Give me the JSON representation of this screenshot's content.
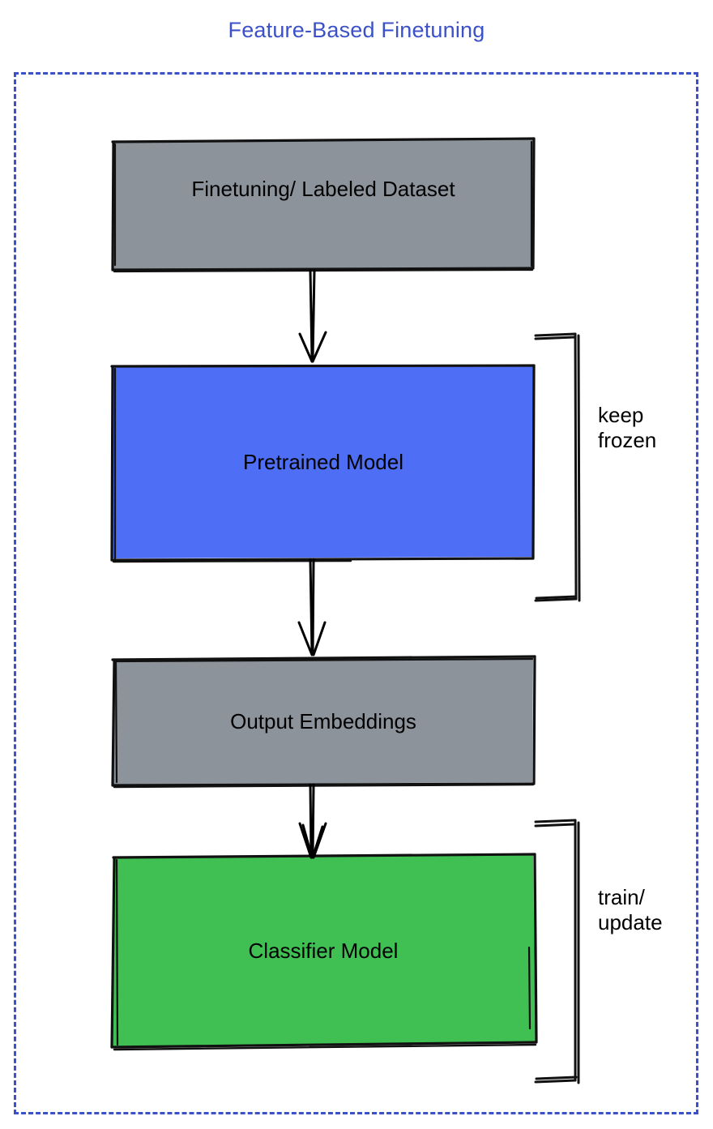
{
  "diagram": {
    "title": "Feature-Based Finetuning",
    "title_color": "#3B51C8",
    "frame_style": "dashed",
    "frame_color": "#3B51C8",
    "background": "#FFFFFF"
  },
  "nodes": [
    {
      "id": "dataset",
      "label": "Finetuning/ Labeled Dataset",
      "fill": "#8C939B",
      "stroke": "#000000",
      "text_color": "#000000"
    },
    {
      "id": "pretrained",
      "label": "Pretrained Model",
      "fill": "#4D6EF5",
      "stroke": "#000000",
      "text_color": "#000000"
    },
    {
      "id": "embeddings",
      "label": "Output Embeddings",
      "fill": "#8C939B",
      "stroke": "#000000",
      "text_color": "#000000"
    },
    {
      "id": "classifier",
      "label": "Classifier Model",
      "fill": "#40BF53",
      "stroke": "#000000",
      "text_color": "#000000"
    }
  ],
  "edges": [
    {
      "id": "dataset-to-pretrained",
      "from": "dataset",
      "to": "pretrained",
      "label": ""
    },
    {
      "id": "pretrained-to-embeddings",
      "from": "pretrained",
      "to": "embeddings",
      "label": ""
    },
    {
      "id": "embeddings-to-classifier",
      "from": "embeddings",
      "to": "classifier",
      "label": ""
    }
  ],
  "annotations": [
    {
      "id": "keep-frozen",
      "text": "keep\nfrozen",
      "target": "pretrained",
      "text_color": "#000000"
    },
    {
      "id": "train-update",
      "text": "train/\nupdate",
      "target": "classifier",
      "text_color": "#000000"
    }
  ]
}
